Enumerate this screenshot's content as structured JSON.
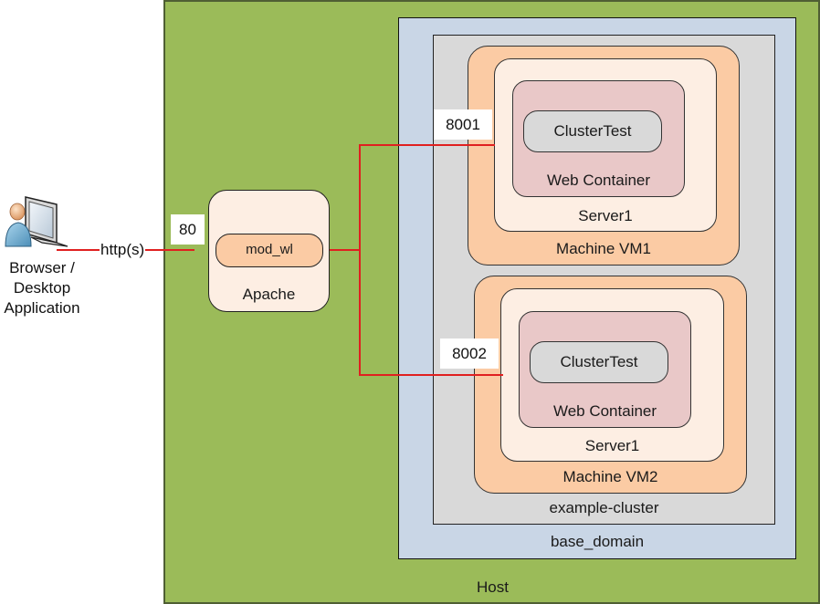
{
  "client": {
    "icon": "user-computer-icon",
    "label_lines": [
      "Browser /",
      "Desktop",
      "Application"
    ],
    "protocol": "http(s)"
  },
  "host": {
    "label": "Host",
    "color": "#9bbb59"
  },
  "apache": {
    "label": "Apache",
    "module": "mod_wl",
    "port": "80"
  },
  "domain": {
    "label": "base_domain",
    "color": "#c9d6e6"
  },
  "cluster": {
    "label": "example-cluster",
    "color": "#d9d9d9"
  },
  "machines": [
    {
      "label": "Machine VM1",
      "port": "8001",
      "server": "Server1",
      "container": "Web Container",
      "app": "ClusterTest"
    },
    {
      "label": "Machine VM2",
      "port": "8002",
      "server": "Server1",
      "container": "Web Container",
      "app": "ClusterTest"
    }
  ],
  "colors": {
    "connector": "#e02020",
    "machine": "#fbcba4",
    "server": "#fdeee3",
    "web_container": "#e9c8c8",
    "app": "#d9d9d9"
  }
}
